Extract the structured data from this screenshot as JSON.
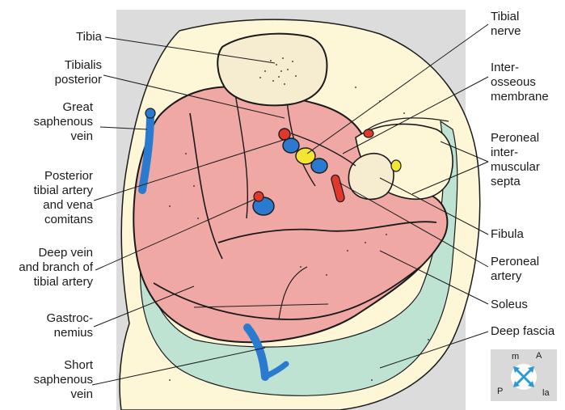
{
  "labels_left": [
    {
      "id": "tibia",
      "lines": [
        "Tibia"
      ]
    },
    {
      "id": "tibialis-posterior",
      "lines": [
        "Tibialis",
        "posterior"
      ]
    },
    {
      "id": "great-saphenous-vein",
      "lines": [
        "Great",
        "saphenous",
        "vein"
      ]
    },
    {
      "id": "posterior-tibial-artery",
      "lines": [
        "Posterior",
        "tibial artery",
        "and vena",
        "comitans"
      ]
    },
    {
      "id": "deep-vein-branch",
      "lines": [
        "Deep vein",
        "and branch of",
        "tibial artery"
      ]
    },
    {
      "id": "gastrocnemius",
      "lines": [
        "Gastroc-",
        "nemius"
      ]
    },
    {
      "id": "short-saphenous-vein",
      "lines": [
        "Short",
        "saphenous",
        "vein"
      ]
    }
  ],
  "labels_right": [
    {
      "id": "tibial-nerve",
      "lines": [
        "Tibial",
        "nerve"
      ]
    },
    {
      "id": "interosseous-membrane",
      "lines": [
        "Inter-",
        "osseous",
        "membrane"
      ]
    },
    {
      "id": "peroneal-septa",
      "lines": [
        "Peroneal",
        "inter-",
        "muscular",
        "septa"
      ]
    },
    {
      "id": "fibula",
      "lines": [
        "Fibula"
      ]
    },
    {
      "id": "peroneal-artery",
      "lines": [
        "Peroneal",
        "artery"
      ]
    },
    {
      "id": "soleus",
      "lines": [
        "Soleus"
      ]
    },
    {
      "id": "deep-fascia",
      "lines": [
        "Deep fascia"
      ]
    }
  ],
  "orientation": {
    "m": "m",
    "A": "A",
    "P": "P",
    "la": "la"
  },
  "colors": {
    "background": "#dcdcdc",
    "skin": "#fdf7d8",
    "muscle": "#f0a8a4",
    "fascia": "#bfe3d2",
    "bone": "#f6ecd0",
    "vein": "#2a7bd0",
    "artery": "#e0392b",
    "nerve": "#f3e531",
    "outline": "#1a1a1a"
  }
}
